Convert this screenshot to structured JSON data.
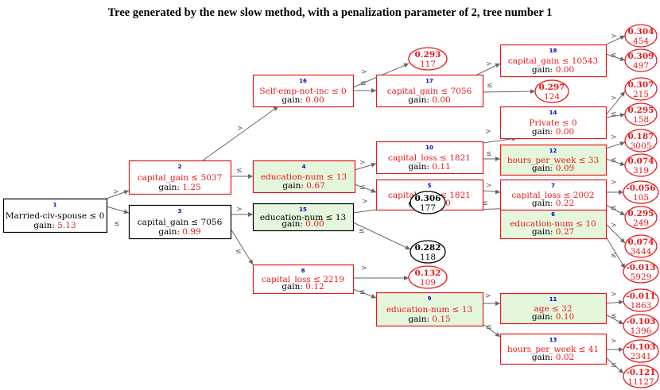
{
  "title": "Tree generated by the new slow method, with a penalization parameter of 2, tree number 1",
  "colors": {
    "red": "#e8181a",
    "black": "#000000",
    "green_fill": "#e4f6dc",
    "white_fill": "#ffffff",
    "edge": "#666666",
    "num": "#0000cc"
  },
  "nodes": {
    "n1": {
      "num": "1",
      "feature": "Married-civ-spouse",
      "op": "≤",
      "threshold": "0",
      "gain_label": "gain:",
      "gain": "5.13"
    },
    "n2": {
      "num": "2",
      "feature": "capital_gain",
      "op": "≤",
      "threshold": "5037",
      "gain_label": "gain:",
      "gain": "1.25"
    },
    "n3": {
      "num": "3",
      "feature": "capital_gain",
      "op": "≤",
      "threshold": "7056",
      "gain_label": "gain:",
      "gain": "0.99"
    },
    "n4": {
      "num": "4",
      "feature": "education-num",
      "op": "≤",
      "threshold": "13",
      "gain_label": "gain:",
      "gain": "0.67"
    },
    "n5": {
      "num": "5",
      "feature": "capital_loss",
      "op": "≤",
      "threshold": "1821",
      "gain_label": "gain:",
      "gain": "0.30"
    },
    "n6": {
      "num": "6",
      "feature": "education-num",
      "op": "≤",
      "threshold": "10",
      "gain_label": "gain:",
      "gain": "0.27"
    },
    "n7": {
      "num": "7",
      "feature": "capital_loss",
      "op": "≤",
      "threshold": "2002",
      "gain_label": "gain:",
      "gain": "0.22"
    },
    "n8": {
      "num": "8",
      "feature": "capital_loss",
      "op": "≤",
      "threshold": "2219",
      "gain_label": "gain:",
      "gain": "0.12"
    },
    "n9": {
      "num": "9",
      "feature": "education-num",
      "op": "≤",
      "threshold": "13",
      "gain_label": "gain:",
      "gain": "0.15"
    },
    "n10": {
      "num": "10",
      "feature": "capital_loss",
      "op": "≤",
      "threshold": "1821",
      "gain_label": "gain:",
      "gain": "0.11"
    },
    "n11": {
      "num": "11",
      "feature": "age",
      "op": "≤",
      "threshold": "32",
      "gain_label": "gain:",
      "gain": "0.10"
    },
    "n12": {
      "num": "12",
      "feature": "hours_per_week",
      "op": "≤",
      "threshold": "33",
      "gain_label": "gain:",
      "gain": "0.09"
    },
    "n13": {
      "num": "13",
      "feature": "hours_per_week",
      "op": "≤",
      "threshold": "41",
      "gain_label": "gain:",
      "gain": "0.02"
    },
    "n14": {
      "num": "14",
      "feature": "Private",
      "op": "≤",
      "threshold": "0",
      "gain_label": "gain:",
      "gain": "0.00"
    },
    "n15": {
      "num": "15",
      "feature": "education-num",
      "op": "≤",
      "threshold": "13",
      "gain_label": "gain:",
      "gain": "0.00"
    },
    "n16": {
      "num": "16",
      "feature": "Self-emp-not-inc",
      "op": "≤",
      "threshold": "0",
      "gain_label": "gain:",
      "gain": "0.00"
    },
    "n17": {
      "num": "17",
      "feature": "capital_gain",
      "op": "≤",
      "threshold": "7056",
      "gain_label": "gain:",
      "gain": "0.00"
    },
    "n18": {
      "num": "18",
      "feature": "capital_gain",
      "op": "≤",
      "threshold": "10543",
      "gain_label": "gain:",
      "gain": "0.00"
    }
  },
  "leaves": {
    "l_a": {
      "value": "0.293",
      "count": "117"
    },
    "l_b": {
      "value": "0.297",
      "count": "124"
    },
    "l_c": {
      "value": "0.304",
      "count": "454"
    },
    "l_d": {
      "value": "0.309",
      "count": "497"
    },
    "l_e": {
      "value": "0.307",
      "count": "215"
    },
    "l_f": {
      "value": "0.295",
      "count": "158"
    },
    "l_g": {
      "value": "0.187",
      "count": "3005"
    },
    "l_h": {
      "value": "0.074",
      "count": "319"
    },
    "l_i": {
      "value": "-0.056",
      "count": "105"
    },
    "l_j": {
      "value": "0.295",
      "count": "249"
    },
    "l_k": {
      "value": "0.074",
      "count": "3444"
    },
    "l_l": {
      "value": "-0.013",
      "count": "5929"
    },
    "l_m": {
      "value": "0.306",
      "count": "177"
    },
    "l_n": {
      "value": "0.282",
      "count": "118"
    },
    "l_o": {
      "value": "0.132",
      "count": "109"
    },
    "l_p": {
      "value": "-0.011",
      "count": "1863"
    },
    "l_q": {
      "value": "-0.103",
      "count": "1396"
    },
    "l_r": {
      "value": "-0.103",
      "count": "2341"
    },
    "l_s": {
      "value": "-0.121",
      "count": "11127"
    }
  },
  "edge_labels": {
    "gt": ">",
    "le": "≤"
  }
}
